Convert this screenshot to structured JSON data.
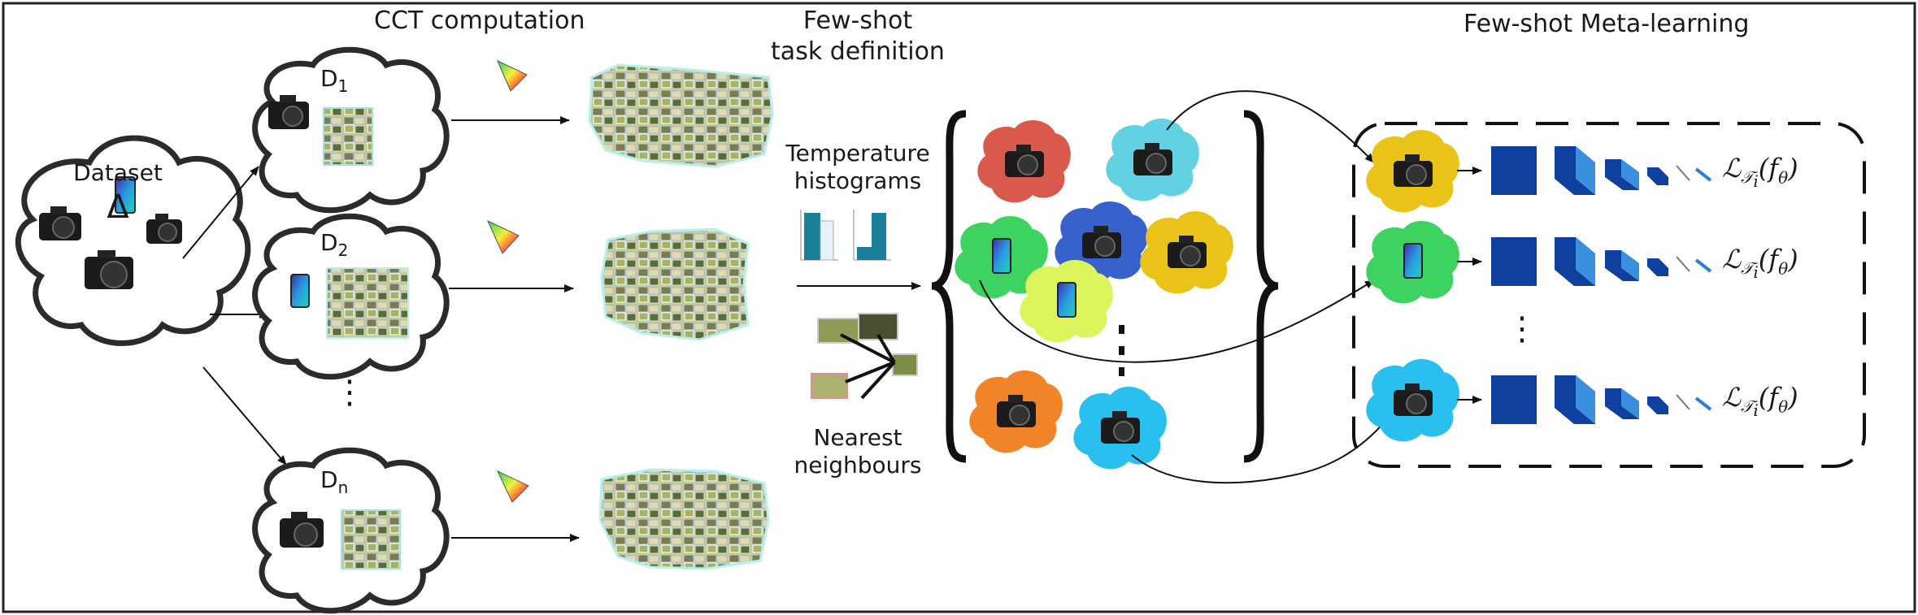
{
  "headers": {
    "cct": "CCT computation",
    "task_line1": "Few-shot",
    "task_line2": "task definition",
    "meta": "Few-shot Meta-learning"
  },
  "dataset": {
    "label": "Dataset",
    "symbol": "Δ"
  },
  "subsets": [
    {
      "letter": "D",
      "sub": "1"
    },
    {
      "letter": "D",
      "sub": "2"
    },
    {
      "letter": "D",
      "sub": "n"
    }
  ],
  "vdots": "⋮",
  "methods": {
    "temp_line1": "Temperature",
    "temp_line2": "histograms",
    "nn_line1": "Nearest",
    "nn_line2": "neighbours"
  },
  "loss": {
    "symbol": "ℒ",
    "task_sub": "𝒯",
    "task_index": "i",
    "function": "(f",
    "theta": "θ",
    "close": ")"
  },
  "colors": {
    "red": "#d9594c",
    "cyan": "#62d2e3",
    "green": "#3ed261",
    "blue": "#3762cc",
    "yellow": "#eac318",
    "lime": "#dcf55c",
    "orange": "#f18429",
    "sky": "#29bfee",
    "net_dark": "#0f3f9f",
    "net_light": "#3a8fdf"
  }
}
